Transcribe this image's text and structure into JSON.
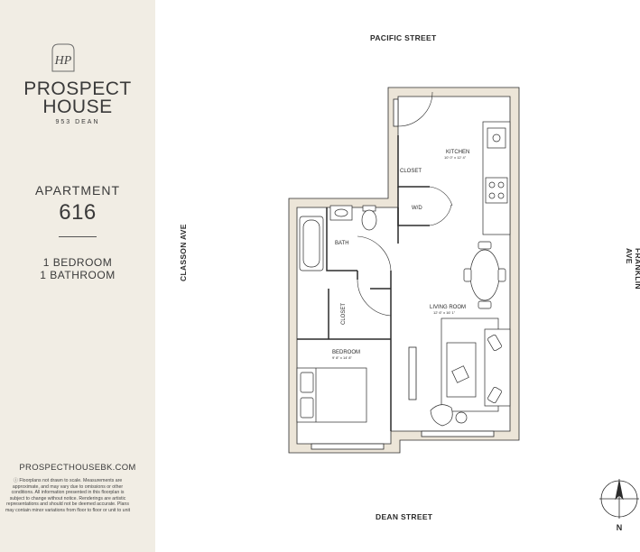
{
  "brand": {
    "monogram": "HP",
    "name_line1": "PROSPECT",
    "name_line2": "HOUSE",
    "address": "953 DEAN"
  },
  "apartment": {
    "label": "APARTMENT",
    "number": "616",
    "bedrooms": "1 BEDROOM",
    "bathrooms": "1 BATHROOM"
  },
  "website": "PROSPECTHOUSEBK.COM",
  "disclaimer": "Floorplans not drawn to scale. Measurements are approximate, and may vary due to omissions or other conditions. All information presented in this floorplan is subject to change without notice. Renderings are artistic representations and should not be deemed accurate. Plans may contain minor variations from floor to floor or unit to unit",
  "streets": {
    "north": "PACIFIC STREET",
    "south": "DEAN STREET",
    "west": "CLASSON AVE",
    "east": "FRANKLIN AVE"
  },
  "rooms": {
    "kitchen": {
      "name": "KITCHEN",
      "dims": "10' 0\" x 12' 4\""
    },
    "closet_kitchen": "CLOSET",
    "wd": "W/D",
    "bath": "BATH",
    "closet_bedroom": "CLOSET",
    "living": {
      "name": "LIVING ROOM",
      "dims": "12' 6\" x 16' 1\""
    },
    "bedroom": {
      "name": "BEDROOM",
      "dims": "9' 8\" x 14' 8\""
    }
  },
  "compass": {
    "label": "N"
  },
  "colors": {
    "sidebar": "#f1ede4",
    "wall_fill": "#ece5d8",
    "text": "#2b2b2b"
  }
}
